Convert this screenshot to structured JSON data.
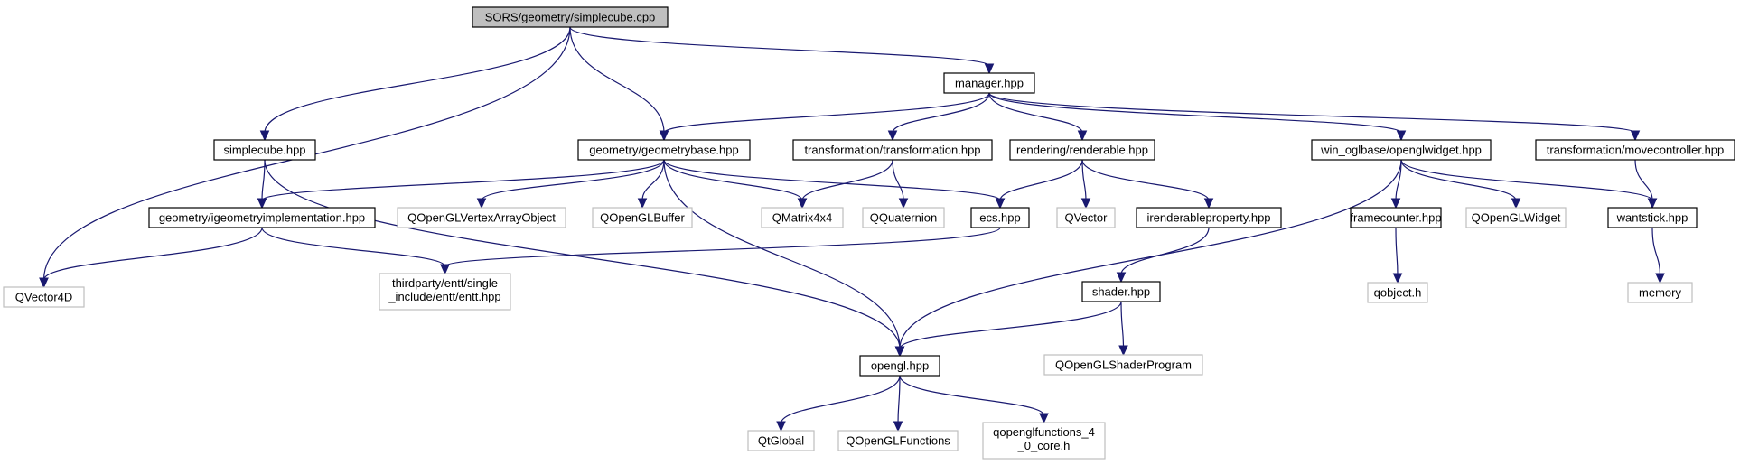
{
  "colors": {
    "edge": "#191970",
    "root_fill": "#bfbfbf",
    "documented_border": "#000000",
    "external_border": "#bfbfbf",
    "external_text": "#404040"
  },
  "nodes": {
    "root": {
      "label": "SORS/geometry/simplecube.cpp",
      "kind": "root"
    },
    "manager": {
      "label": "manager.hpp",
      "kind": "documented"
    },
    "simplecube_hpp": {
      "label": "simplecube.hpp",
      "kind": "documented"
    },
    "geometrybase": {
      "label": "geometry/geometrybase.hpp",
      "kind": "documented"
    },
    "transformation": {
      "label": "transformation/transformation.hpp",
      "kind": "documented"
    },
    "renderable": {
      "label": "rendering/renderable.hpp",
      "kind": "documented"
    },
    "openglwidget": {
      "label": "win_oglbase/openglwidget.hpp",
      "kind": "documented"
    },
    "movecontroller": {
      "label": "transformation/movecontroller.hpp",
      "kind": "documented"
    },
    "igeometryimpl": {
      "label": "geometry/igeometryimplementation.hpp",
      "kind": "documented"
    },
    "qvao": {
      "label": "QOpenGLVertexArrayObject",
      "kind": "external"
    },
    "qbuffer": {
      "label": "QOpenGLBuffer",
      "kind": "external"
    },
    "qmatrix": {
      "label": "QMatrix4x4",
      "kind": "external"
    },
    "qquaternion": {
      "label": "QQuaternion",
      "kind": "external"
    },
    "ecs": {
      "label": "ecs.hpp",
      "kind": "documented"
    },
    "qvector": {
      "label": "QVector",
      "kind": "external"
    },
    "irenderableprop": {
      "label": "irenderableproperty.hpp",
      "kind": "documented"
    },
    "framecounter": {
      "label": "framecounter.hpp",
      "kind": "documented"
    },
    "qoglwidget": {
      "label": "QOpenGLWidget",
      "kind": "external"
    },
    "wantstick": {
      "label": "wantstick.hpp",
      "kind": "documented"
    },
    "qvector4d": {
      "label": "QVector4D",
      "kind": "external"
    },
    "entt": {
      "label": [
        "thirdparty/entt/single",
        "_include/entt/entt.hpp"
      ],
      "kind": "external"
    },
    "shader": {
      "label": "shader.hpp",
      "kind": "documented"
    },
    "qobject": {
      "label": "qobject.h",
      "kind": "external"
    },
    "memory": {
      "label": "memory",
      "kind": "external"
    },
    "opengl": {
      "label": "opengl.hpp",
      "kind": "documented"
    },
    "qshaderprog": {
      "label": "QOpenGLShaderProgram",
      "kind": "external"
    },
    "qtglobal": {
      "label": "QtGlobal",
      "kind": "external"
    },
    "qoglfunctions": {
      "label": "QOpenGLFunctions",
      "kind": "external"
    },
    "qoglfunc40": {
      "label": [
        "qopenglfunctions_4",
        "_0_core.h"
      ],
      "kind": "external"
    }
  },
  "edges": [
    [
      "root",
      "simplecube_hpp"
    ],
    [
      "root",
      "qvector4d"
    ],
    [
      "root",
      "geometrybase"
    ],
    [
      "root",
      "manager"
    ],
    [
      "simplecube_hpp",
      "igeometryimpl"
    ],
    [
      "simplecube_hpp",
      "opengl"
    ],
    [
      "manager",
      "geometrybase"
    ],
    [
      "manager",
      "transformation"
    ],
    [
      "manager",
      "renderable"
    ],
    [
      "manager",
      "openglwidget"
    ],
    [
      "manager",
      "movecontroller"
    ],
    [
      "geometrybase",
      "igeometryimpl"
    ],
    [
      "geometrybase",
      "qvao"
    ],
    [
      "geometrybase",
      "qbuffer"
    ],
    [
      "geometrybase",
      "qmatrix"
    ],
    [
      "geometrybase",
      "ecs"
    ],
    [
      "geometrybase",
      "opengl"
    ],
    [
      "transformation",
      "qmatrix"
    ],
    [
      "transformation",
      "qquaternion"
    ],
    [
      "renderable",
      "ecs"
    ],
    [
      "renderable",
      "qvector"
    ],
    [
      "renderable",
      "irenderableprop"
    ],
    [
      "openglwidget",
      "opengl"
    ],
    [
      "openglwidget",
      "framecounter"
    ],
    [
      "openglwidget",
      "qoglwidget"
    ],
    [
      "openglwidget",
      "wantstick"
    ],
    [
      "movecontroller",
      "wantstick"
    ],
    [
      "igeometryimpl",
      "qvector4d"
    ],
    [
      "igeometryimpl",
      "entt"
    ],
    [
      "ecs",
      "entt"
    ],
    [
      "irenderableprop",
      "shader"
    ],
    [
      "shader",
      "opengl"
    ],
    [
      "shader",
      "qshaderprog"
    ],
    [
      "framecounter",
      "qobject"
    ],
    [
      "wantstick",
      "memory"
    ],
    [
      "opengl",
      "qtglobal"
    ],
    [
      "opengl",
      "qoglfunctions"
    ],
    [
      "opengl",
      "qoglfunc40"
    ]
  ]
}
